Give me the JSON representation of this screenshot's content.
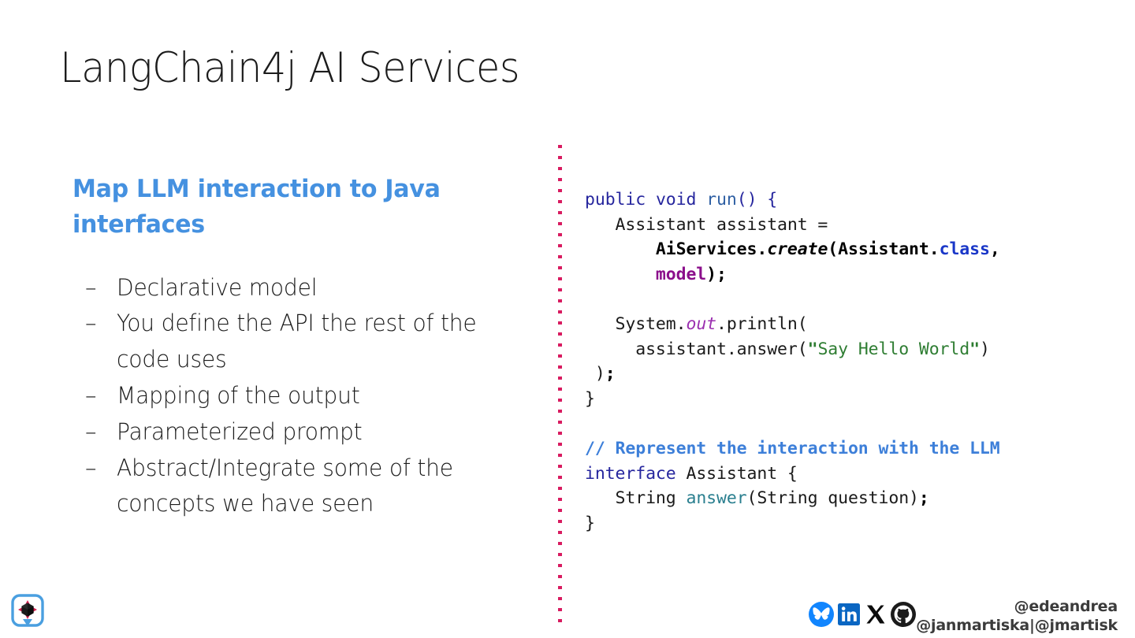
{
  "slide": {
    "title": "LangChain4j AI Services"
  },
  "left": {
    "lead_heading": "Map LLM interaction to Java interfaces",
    "bullet_marker": "–",
    "bullets": [
      "Declarative model",
      "You define the API the rest of the code uses",
      "Mapping of the output",
      "Parameterized prompt",
      "Abstract/Integrate some of the concepts we have seen"
    ]
  },
  "code": {
    "language": "java",
    "lines": [
      "public void run() {",
      "    Assistant assistant =",
      "        AiServices.create(Assistant.class,",
      "        model);",
      "",
      "    System.out.println(",
      "      assistant.answer(\"Say Hello World\")",
      "  );",
      "}",
      "",
      "// Represent the interaction with the LLM",
      "interface Assistant {",
      "    String answer(String question);",
      "}"
    ]
  },
  "footer": {
    "handle_line_1": "@edeandrea",
    "handle_line_2": "@janmartiska|@jmartisk",
    "social_icons": [
      "bluesky-icon",
      "linkedin-icon",
      "x-icon",
      "github-icon"
    ],
    "brand_icon": "quarkus-logo"
  },
  "colors": {
    "heading_blue": "#4591E0",
    "divider_pink": "#D81B60",
    "keyword_navy": "#26269E",
    "string_green": "#2E7D32",
    "comment_blue": "#3D7FD9",
    "purple": "#8B0F8B",
    "teal": "#2A7F8F",
    "bluesky": "#1185FE",
    "linkedin": "#0A66C2",
    "text_dark": "#1B1B1B"
  }
}
